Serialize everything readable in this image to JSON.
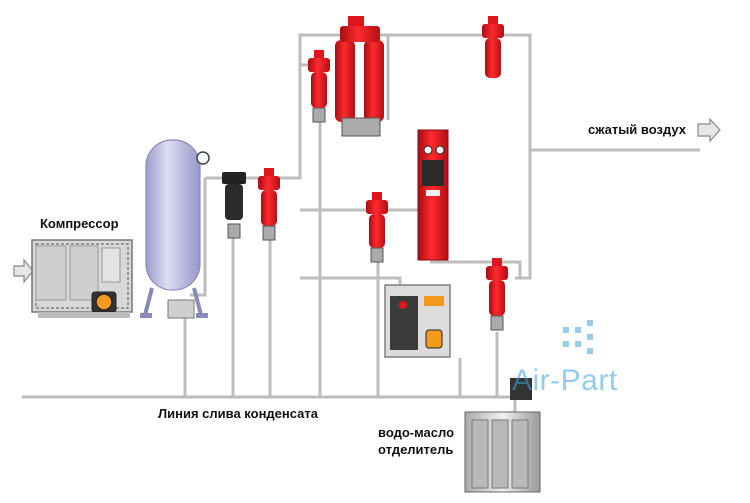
{
  "labels": {
    "compressor": "Компрессор",
    "compressed_air": "сжатый воздух",
    "drain_line": "Линия слива конденсата",
    "separator_line1": "водо-масло",
    "separator_line2": "отделитель"
  },
  "watermark": {
    "text": "Air-Part"
  },
  "colors": {
    "pipe": "#bdbdbd",
    "filter_red": "#e0141b",
    "receiver": "#b9b8e0",
    "compressor_body": "#d6d6d6",
    "dryer_cabinet": "#dedede",
    "watermark": "#3aa0dc"
  },
  "icons": {
    "arrow_out": "arrow-right-icon",
    "arrow_in": "arrow-right-icon",
    "gauge": "pressure-gauge-icon"
  }
}
